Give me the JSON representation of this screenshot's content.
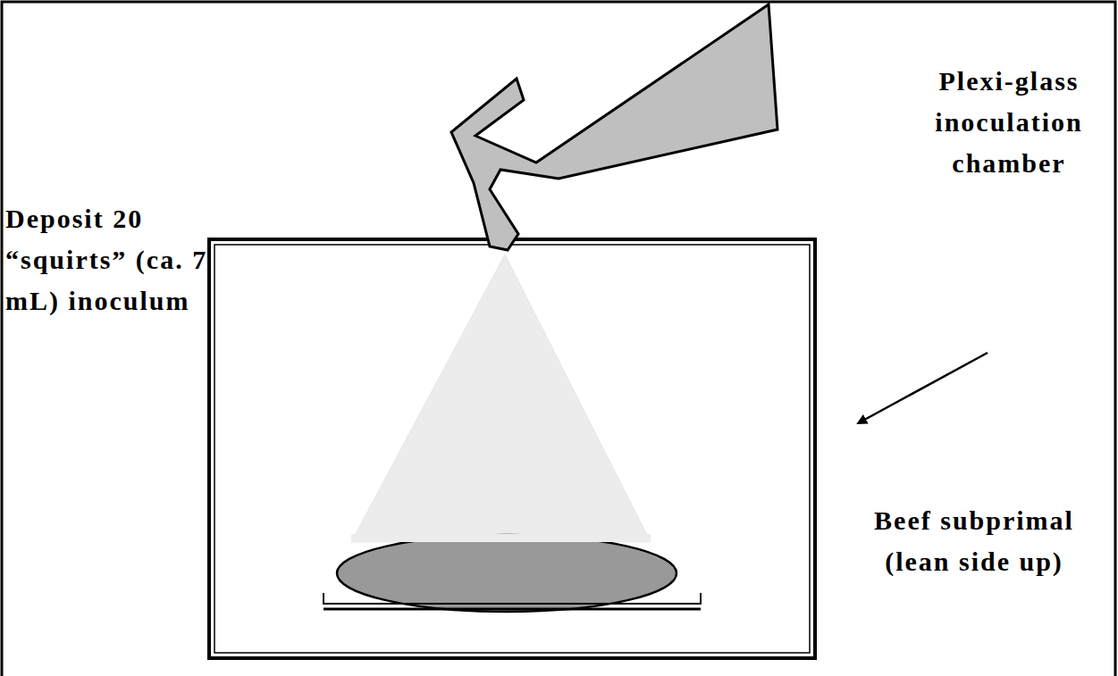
{
  "diagram": {
    "labels": [
      "Deposit 20 “squirts” (ca. 7 mL) inoculum",
      "Plexi-glass inoculation chamber",
      "Beef subprimal (lean side up)"
    ]
  }
}
